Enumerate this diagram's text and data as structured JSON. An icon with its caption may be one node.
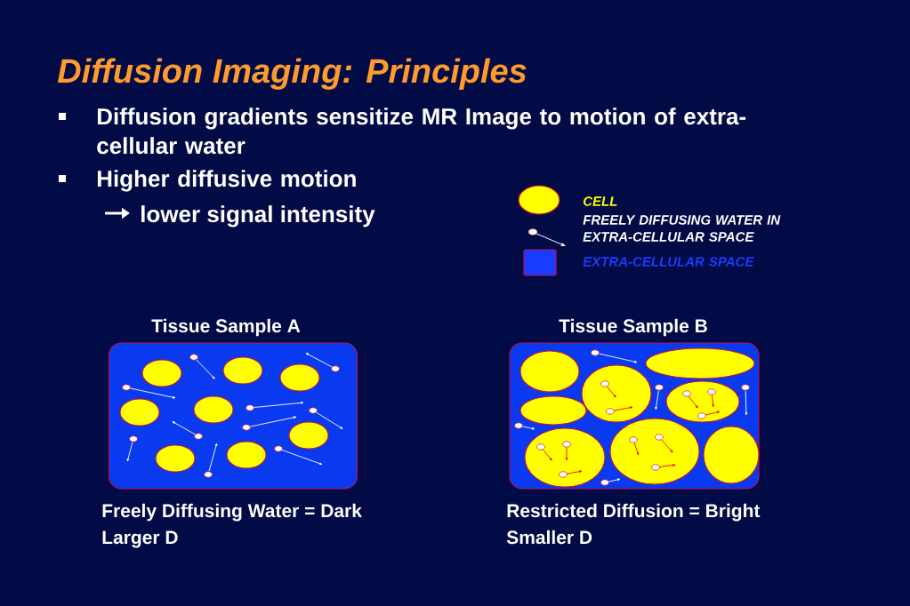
{
  "diagram": {
    "title": "Diffusion Imaging: Principles",
    "nodes": [
      {
        "text": [
          "Tissue Sample A"
        ],
        "beside": [
          "Freely Diffusing Water = Dark",
          "Larger D"
        ]
      },
      {
        "text": [
          "Tissue Sample B"
        ],
        "beside": [
          "Restricted Diffusion = Bright",
          "Smaller D"
        ]
      }
    ],
    "labels": [
      "Diffusion gradients sensitize MR Image to motion of extra-cellular water",
      "Higher diffusive motion",
      "lower signal intensity"
    ],
    "legend": [
      {
        "text": "CELL",
        "color": "#ffff00"
      },
      {
        "text": "FREELY DIFFUSING WATER IN EXTRA-CELLULAR SPACE"
      },
      {
        "text": "EXTRA-CELLULAR SPACE",
        "color": "#1a3cff"
      }
    ]
  }
}
